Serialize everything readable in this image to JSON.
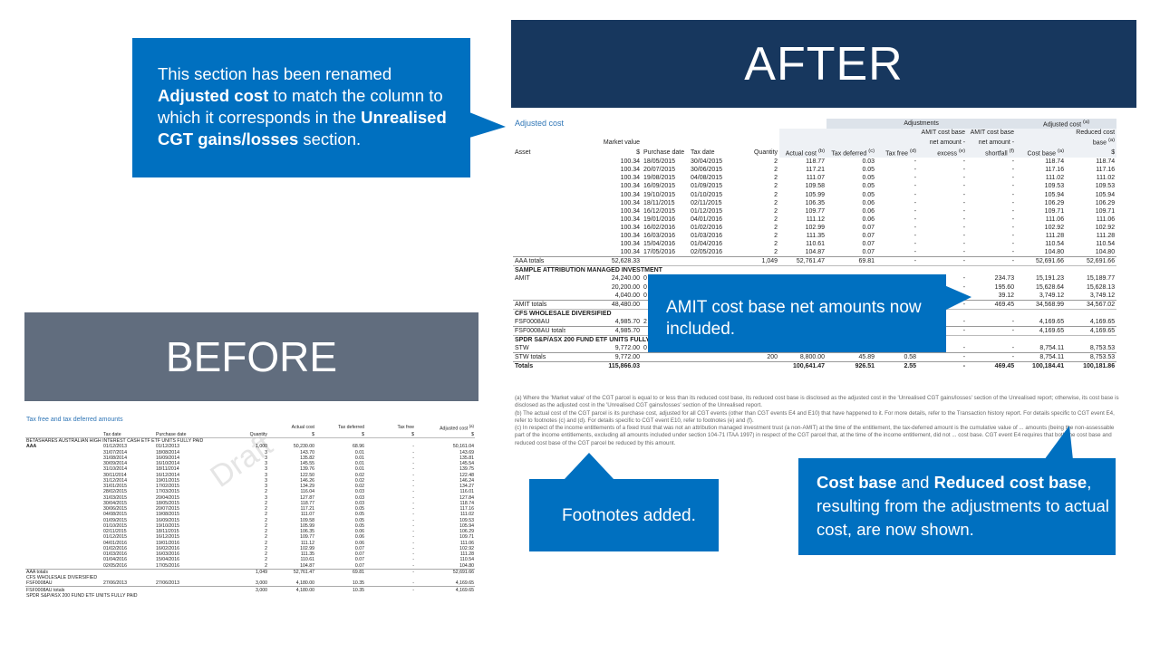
{
  "banners": {
    "after": "AFTER",
    "before": "BEFORE"
  },
  "callouts": {
    "renamed": {
      "p1": "This section has been renamed ",
      "b1": "Adjusted cost",
      "p2": " to match the column to which it corresponds in the ",
      "b2": "Unrealised CGT gains/losses",
      "p3": " section."
    },
    "amit": "AMIT cost base net amounts now included.",
    "footnotes": "Footnotes added.",
    "costbase": {
      "b1": "Cost base",
      "p1": " and ",
      "b2": "Reduced cost base",
      "p2": ", resulting from the adjustments to actual cost, are now shown."
    }
  },
  "after_table": {
    "title": "Adjusted cost",
    "group_adjustments": "Adjustments",
    "group_adjusted": "Adjusted cost",
    "group_adjusted_note": "(a)",
    "headers": {
      "asset": "Asset",
      "market_value": "Market value",
      "purchase_date": "Purchase date",
      "tax_date": "Tax date",
      "quantity": "Quantity",
      "actual_cost": "Actual cost",
      "actual_cost_note": "(b)",
      "tax_deferred": "Tax deferred",
      "tax_deferred_note": "(c)",
      "tax_free": "Tax free",
      "tax_free_note": "(d)",
      "amit_excess_l1": "AMIT cost base",
      "amit_excess_l2": "net amount -",
      "amit_excess_l3": "excess",
      "amit_excess_note": "(e)",
      "amit_short_l1": "AMIT cost base",
      "amit_short_l2": "net amount -",
      "amit_short_l3": "shortfall",
      "amit_short_note": "(f)",
      "cost_base": "Cost base",
      "cost_base_note": "(a)",
      "reduced_l1": "Reduced cost",
      "reduced_l2": "base",
      "reduced_note": "(a)",
      "unit": "$"
    },
    "rows": [
      [
        "",
        "100.34",
        "18/05/2015",
        "30/04/2015",
        "2",
        "118.77",
        "0.03",
        "-",
        "-",
        "-",
        "118.74",
        "118.74"
      ],
      [
        "",
        "100.34",
        "20/07/2015",
        "30/06/2015",
        "2",
        "117.21",
        "0.05",
        "-",
        "-",
        "-",
        "117.16",
        "117.16"
      ],
      [
        "",
        "100.34",
        "19/08/2015",
        "04/08/2015",
        "2",
        "111.07",
        "0.05",
        "-",
        "-",
        "-",
        "111.02",
        "111.02"
      ],
      [
        "",
        "100.34",
        "16/09/2015",
        "01/09/2015",
        "2",
        "109.58",
        "0.05",
        "-",
        "-",
        "-",
        "109.53",
        "109.53"
      ],
      [
        "",
        "100.34",
        "19/10/2015",
        "01/10/2015",
        "2",
        "105.99",
        "0.05",
        "-",
        "-",
        "-",
        "105.94",
        "105.94"
      ],
      [
        "",
        "100.34",
        "18/11/2015",
        "02/11/2015",
        "2",
        "106.35",
        "0.06",
        "-",
        "-",
        "-",
        "106.29",
        "106.29"
      ],
      [
        "",
        "100.34",
        "16/12/2015",
        "01/12/2015",
        "2",
        "109.77",
        "0.06",
        "-",
        "-",
        "-",
        "109.71",
        "109.71"
      ],
      [
        "",
        "100.34",
        "19/01/2016",
        "04/01/2016",
        "2",
        "111.12",
        "0.06",
        "-",
        "-",
        "-",
        "111.06",
        "111.06"
      ],
      [
        "",
        "100.34",
        "16/02/2016",
        "01/02/2016",
        "2",
        "102.99",
        "0.07",
        "-",
        "-",
        "-",
        "102.92",
        "102.92"
      ],
      [
        "",
        "100.34",
        "16/03/2016",
        "01/03/2016",
        "2",
        "111.35",
        "0.07",
        "-",
        "-",
        "-",
        "111.28",
        "111.28"
      ],
      [
        "",
        "100.34",
        "15/04/2016",
        "01/04/2016",
        "2",
        "110.61",
        "0.07",
        "-",
        "-",
        "-",
        "110.54",
        "110.54"
      ],
      [
        "",
        "100.34",
        "17/05/2016",
        "02/05/2016",
        "2",
        "104.87",
        "0.07",
        "-",
        "-",
        "-",
        "104.80",
        "104.80"
      ]
    ],
    "aaa_total": [
      "AAA totals",
      "52,628.33",
      "",
      "",
      "1,049",
      "52,761.47",
      "69.81",
      "-",
      "-",
      "-",
      "52,691.66",
      "52,691.66"
    ],
    "section_amit": "SAMPLE ATTRIBUTION MANAGED INVESTMENT",
    "amit_rows": [
      [
        "AMIT",
        "24,240.00",
        "0",
        "",
        "",
        "",
        "",
        "",
        "-",
        "234.73",
        "15,191.23",
        "15,189.77"
      ],
      [
        "",
        "20,200.00",
        "0",
        "",
        "",
        "",
        "",
        "",
        "-",
        "195.60",
        "15,628.64",
        "15,628.13"
      ],
      [
        "",
        "4,040.00",
        "0",
        "",
        "",
        "",
        "",
        "",
        "-",
        "39.12",
        "3,749.12",
        "3,749.12"
      ]
    ],
    "amit_total": [
      "AMIT totals",
      "48,480.00",
      "",
      "",
      "",
      "",
      "",
      "",
      "-",
      "469.45",
      "34,568.99",
      "34,567.02"
    ],
    "section_cfs": "CFS WHOLESALE DIVERSIFIED",
    "cfs_row": [
      "FSF0008AU",
      "4,985.70",
      "2",
      "",
      "",
      "",
      "",
      "",
      "-",
      "-",
      "4,169.65",
      "4,169.65"
    ],
    "cfs_total": [
      "FSF0008AU totals",
      "4,985.70",
      "",
      "",
      "",
      "",
      "",
      "",
      "-",
      "-",
      "4,169.65",
      "4,169.65"
    ],
    "section_spdr": "SPDR S&P/ASX 200 FUND ETF UNITS FULLY PAI",
    "stw_row": [
      "STW",
      "9,772.00",
      "0",
      "",
      "",
      "",
      "",
      "",
      "-",
      "-",
      "8,754.11",
      "8,753.53"
    ],
    "stw_total": [
      "STW totals",
      "9,772.00",
      "",
      "",
      "200",
      "8,800.00",
      "45.89",
      "0.58",
      "-",
      "-",
      "8,754.11",
      "8,753.53"
    ],
    "grand_total": [
      "Totals",
      "115,866.03",
      "",
      "",
      "",
      "100,641.47",
      "926.51",
      "2.55",
      "-",
      "469.45",
      "100,184.41",
      "100,181.86"
    ]
  },
  "footnotes": [
    "(a) Where the 'Market value' of the CGT parcel is equal to or less than its reduced cost base, its reduced cost base is disclosed as the adjusted cost in the 'Unrealised CGT gains/losses' section of the Unrealised report; otherwise, its cost base is disclosed as the adjusted cost in the 'Unrealised CGT gains/losses' section of the Unrealised report.",
    "(b) The actual cost of the CGT parcel is its purchase cost, adjusted for all CGT events (other than CGT events E4 and E10) that have happened to it. For more details, refer to the Transaction history report. For details specific to CGT event E4, refer to footnotes (c) and (d). For details specific to CGT event E10, refer to footnotes (e) and (f).",
    "(c) In respect of the income entitlements of a fixed trust that was not an attribution managed investment trust (a non-AMIT) at the time of the entitlement, the tax-deferred amount is the cumulative value of ... amounts (being the non-assessable part of the income entitlements, excluding all amounts included under section 104-71 ITAA 1997) in respect of the CGT parcel that, at the time of the income entitlement, did not ... cost base. CGT event E4 requires that both the cost base and reduced cost base of the CGT parcel be reduced by this amount."
  ],
  "before_table": {
    "title": "Tax free and tax deferred amounts",
    "headers": {
      "tax_date": "Tax date",
      "purchase_date": "Purchase date",
      "quantity": "Quantity",
      "actual_cost": "Actual cost",
      "tax_deferred": "Tax deferred",
      "tax_free": "Tax free",
      "adjusted_cost": "Adjusted cost",
      "adjusted_cost_note": "(a)",
      "unit": "$"
    },
    "section_betashares": "BETASHARES AUSTRALIAN HIGH INTEREST CASH ETF ETF UNITS FULLY PAID",
    "asset_aaa": "AAA",
    "rows": [
      [
        "01/12/2013",
        "01/12/2013",
        "1,000",
        "50,230.00",
        "68.96",
        "-",
        "50,161.04"
      ],
      [
        "31/07/2014",
        "18/08/2014",
        "3",
        "143.70",
        "0.01",
        "-",
        "143.69"
      ],
      [
        "31/08/2014",
        "16/09/2014",
        "3",
        "135.82",
        "0.01",
        "-",
        "135.81"
      ],
      [
        "30/09/2014",
        "16/10/2014",
        "3",
        "145.55",
        "0.01",
        "-",
        "145.54"
      ],
      [
        "31/10/2014",
        "18/11/2014",
        "3",
        "139.76",
        "0.01",
        "-",
        "139.75"
      ],
      [
        "30/11/2014",
        "16/12/2014",
        "3",
        "122.50",
        "0.02",
        "-",
        "122.48"
      ],
      [
        "31/12/2014",
        "19/01/2015",
        "3",
        "146.26",
        "0.02",
        "-",
        "146.24"
      ],
      [
        "31/01/2015",
        "17/02/2015",
        "3",
        "134.29",
        "0.02",
        "-",
        "134.27"
      ],
      [
        "28/02/2015",
        "17/03/2015",
        "2",
        "116.04",
        "0.03",
        "-",
        "116.01"
      ],
      [
        "31/03/2015",
        "20/04/2015",
        "3",
        "127.87",
        "0.03",
        "-",
        "127.84"
      ],
      [
        "30/04/2015",
        "18/05/2015",
        "2",
        "118.77",
        "0.03",
        "-",
        "118.74"
      ],
      [
        "30/06/2015",
        "20/07/2015",
        "2",
        "117.21",
        "0.05",
        "-",
        "117.16"
      ],
      [
        "04/08/2015",
        "19/08/2015",
        "2",
        "111.07",
        "0.05",
        "-",
        "111.02"
      ],
      [
        "01/09/2015",
        "16/09/2015",
        "2",
        "109.58",
        "0.05",
        "-",
        "109.53"
      ],
      [
        "01/10/2015",
        "19/10/2015",
        "2",
        "105.99",
        "0.05",
        "-",
        "105.94"
      ],
      [
        "02/11/2015",
        "18/11/2015",
        "2",
        "106.35",
        "0.06",
        "-",
        "106.29"
      ],
      [
        "01/12/2015",
        "16/12/2015",
        "2",
        "109.77",
        "0.06",
        "-",
        "109.71"
      ],
      [
        "04/01/2016",
        "19/01/2016",
        "2",
        "111.12",
        "0.06",
        "-",
        "111.06"
      ],
      [
        "01/02/2016",
        "16/02/2016",
        "2",
        "102.99",
        "0.07",
        "-",
        "102.92"
      ],
      [
        "01/03/2016",
        "16/03/2016",
        "2",
        "111.35",
        "0.07",
        "-",
        "111.28"
      ],
      [
        "01/04/2016",
        "15/04/2016",
        "2",
        "110.61",
        "0.07",
        "-",
        "110.54"
      ],
      [
        "02/05/2016",
        "17/05/2016",
        "2",
        "104.87",
        "0.07",
        "-",
        "104.80"
      ]
    ],
    "aaa_total": [
      "AAA totals",
      "",
      "",
      "1,049",
      "52,761.47",
      "69.81",
      "-",
      "52,691.66"
    ],
    "section_cfs": "CFS WHOLESALE DIVERSIFIED",
    "cfs_row": [
      "FSF0008AU",
      "27/06/2013",
      "27/06/2013",
      "3,000",
      "4,180.00",
      "10.35",
      "-",
      "4,169.65"
    ],
    "cfs_total": [
      "FSF0008AU totals",
      "",
      "",
      "3,000",
      "4,180.00",
      "10.35",
      "-",
      "4,169.65"
    ],
    "section_spdr": "SPDR S&P/ASX 200 FUND ETF UNITS FULLY PAID",
    "watermark": "Draft"
  },
  "colors": {
    "navy": "#17375e",
    "callout_blue": "#0070c0",
    "slate": "#616d7e",
    "header_grey": "#dde3ea",
    "title_blue": "#2e75b6"
  }
}
